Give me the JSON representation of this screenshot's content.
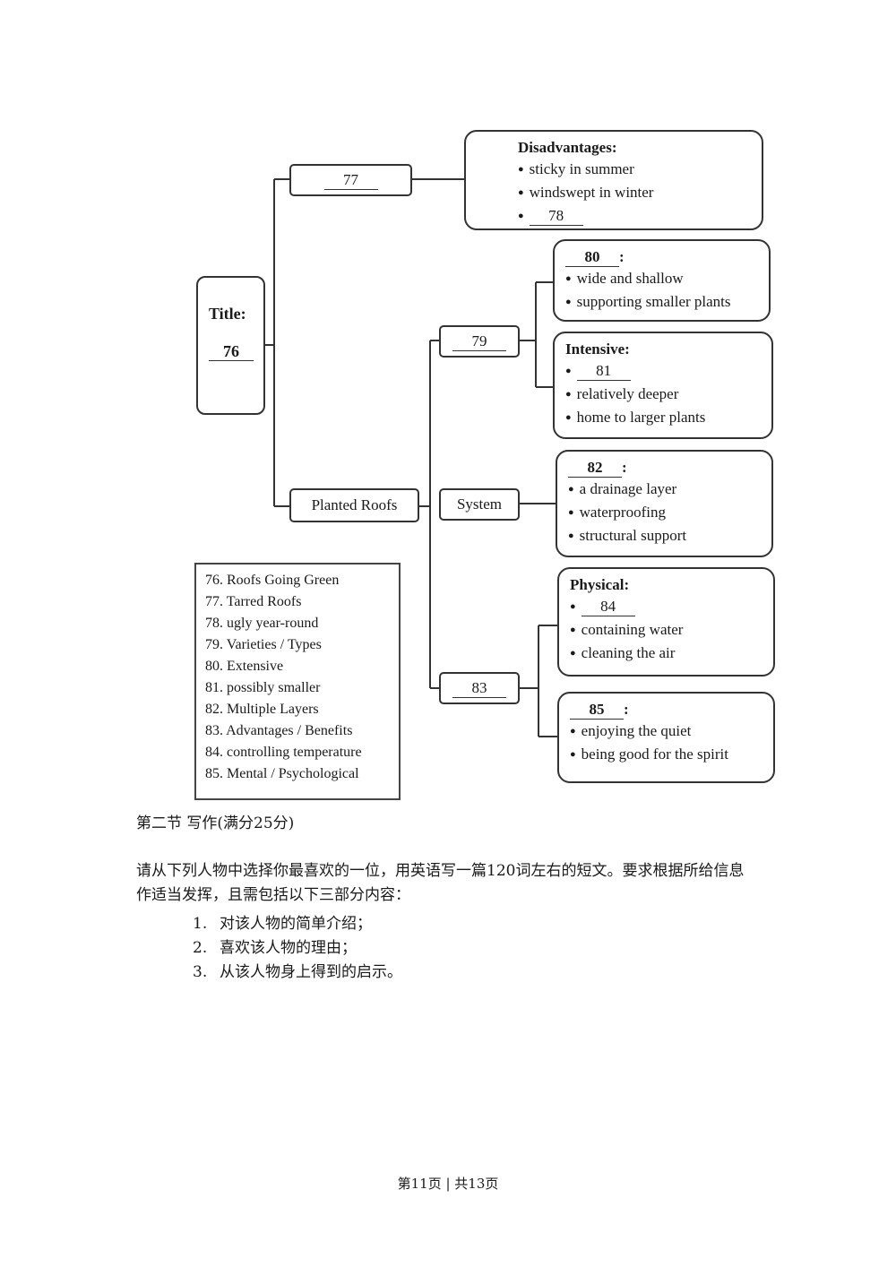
{
  "diagram": {
    "title_box": {
      "label": "Title:",
      "blank": "76"
    },
    "box_77": {
      "blank": "77"
    },
    "disadvantages": {
      "heading": "Disadvantages:",
      "items": [
        "sticky in summer",
        "windswept in winter"
      ],
      "blank": "78"
    },
    "planted_roofs": {
      "label": "Planted Roofs"
    },
    "box_79": {
      "blank": "79"
    },
    "extensive": {
      "blank": "80",
      "colon": ":",
      "items": [
        "wide and shallow",
        "supporting smaller plants"
      ]
    },
    "intensive": {
      "heading": "Intensive:",
      "blank": "81",
      "items": [
        "relatively deeper",
        "home to larger plants"
      ]
    },
    "system": {
      "label": "System"
    },
    "layers": {
      "blank": "82",
      "colon": ":",
      "items": [
        "a drainage layer",
        "waterproofing",
        "structural support"
      ]
    },
    "box_83": {
      "blank": "83"
    },
    "physical": {
      "heading": "Physical:",
      "blank": "84",
      "items": [
        "containing water",
        "cleaning the air"
      ]
    },
    "mental": {
      "blank": "85",
      "colon": ":",
      "items": [
        "enjoying the quiet",
        "being good for the spirit"
      ]
    }
  },
  "answer_key": [
    "76. Roofs Going Green",
    "77. Tarred Roofs",
    "78. ugly year-round",
    "79. Varieties / Types",
    "80. Extensive",
    "81. possibly smaller",
    "82. Multiple Layers",
    "83. Advantages / Benefits",
    "84. controlling temperature",
    "85. Mental / Psychological"
  ],
  "section": {
    "heading": "第二节 写作(满分25分)",
    "instruction_line1": "请从下列人物中选择你最喜欢的一位，用英语写一篇120词左右的短文。要求根据所给信息",
    "instruction_line2": "作适当发挥，且需包括以下三部分内容：",
    "items": [
      {
        "num": "1.",
        "text": "对该人物的简单介绍；"
      },
      {
        "num": "2.",
        "text": "喜欢该人物的理由；"
      },
      {
        "num": "3.",
        "text": "从该人物身上得到的启示。"
      }
    ]
  },
  "footer": "第11页 | 共13页"
}
